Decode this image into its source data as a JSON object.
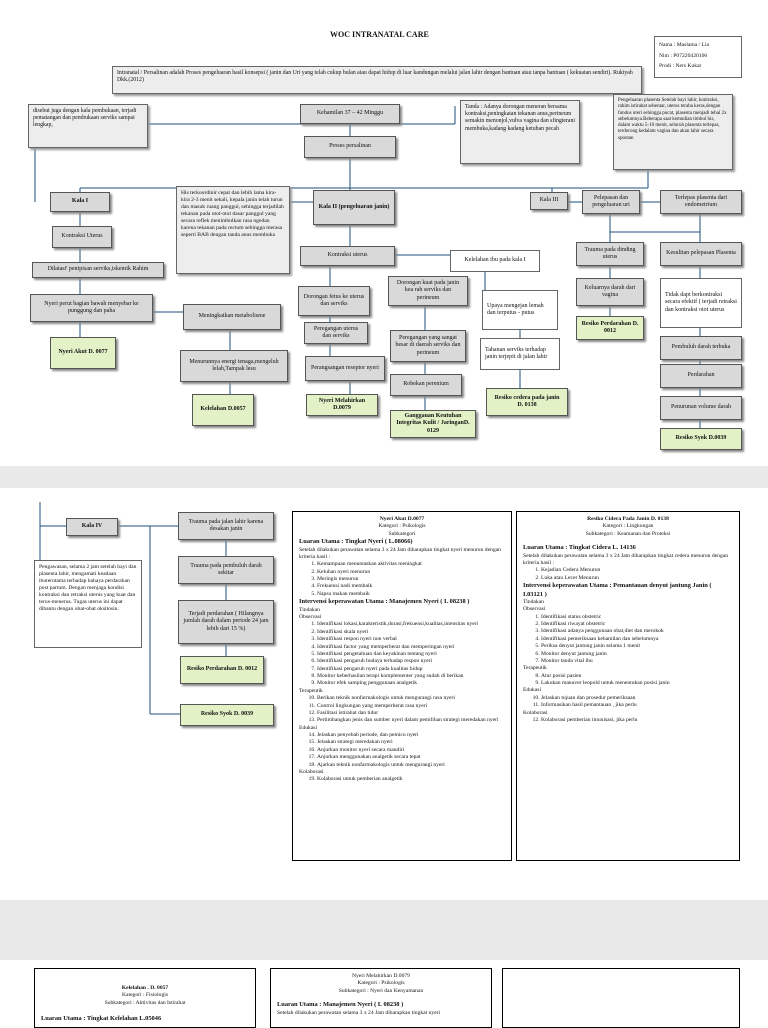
{
  "header": {
    "title": "WOC INTRANATAL CARE",
    "author": [
      "Nama : Maslama / Lia",
      "Nim  : P07220420106",
      "Prodi : Ners Kukar"
    ],
    "definition": "Intranatal / Persalinan adalah Proses pengeluaran hasil konsepsi ( janin dan Uri yang telah cukup bulan atau dapat hidup di luar kandungan melalui jalan lahir dengan bantuan atau tanpa bantuan ( kekuatan sendiri). Rukiyah Dkk.(2012)"
  },
  "flow": {
    "kala1_note": "disebut juga dengan kala pembukaan, terjadi pematangan dan pembukaan serviks sampai lengkap,",
    "kehamilan": "Kehamilan 37 – 42 Minggu",
    "tanda": "Tanda : Adanya dorongan meneran bersama kontraksi,peningkatan tekanan anus,perineum semakin menonjol,vulva vagina dan sfingterani membuka,kadang kadang ketuban pecah",
    "kala3_note": "Pengeluaran plasenta Setelah bayi lahir, kontraksi, rahim istirahat sebentar, uterus teraba keras,dengan fundus uteri sehingga pucat, plasenta menjadi tebal 2x sebelumnya.Beberapa saat kemudian timbul his, dalam waktu 5-10 menit, seluruh plasenta terlepas, terdorong kedalam vagina dan akan lahir secara spontan",
    "proses": "Proses persalinan",
    "kala1": "Kala I",
    "kala2_note": "His terkoordinir cepat dan lebih lama kira-kira 2-3 menit sekali, kepala janin telah turun dan masuk ruang panggul, sehingga terjadilah tekanan pada otot-otot dasar panggul yang secara reflek menimbulkan rasa ngedan karena tekanan pada rectum sehingga merasa seperti BAB dengan tanda anus membuka",
    "kala2": "Kala II (pengeluaran janin)",
    "kala3": "Kala III",
    "pelepasan": "Pelepasan dan pengeluaran uri",
    "terlepas": "Terlepas plasenta dari endometrium",
    "kontraksi_uterus": "Kontraksi Uterus",
    "dilatasi": "Dilatasi' penipisan serviks,iskemik Rahim",
    "kontraksi": "Kontraksi uterus",
    "kelelahan_ibu": "Kelelahan ibu pada kala I",
    "trauma_dinding": "Trauma pada dinding uterus",
    "kesulitan": "Kesulitan pelepasan Plasenta",
    "nyeri_perut": "Nyeri perut bagian bawah menyebar ke punggung dan paha",
    "metabolisme": "Meningkatkan metabolisme",
    "dorongan_fetus": "Dorongan fetus ke uterus dan serviks",
    "dorongan_kuat": "Dorongan kuat pada janin kea rah serviks dan perineum",
    "upaya": "Upaya mengejan lemah dan terputus - putus",
    "keluarnya_darah": "Keluarnya darah dari vagina",
    "tidak_dapat": "Tidak dapt berkontraksi secara efektif ( terjadi retraksi dan kontraksi otot uterus",
    "nyeri_akut": "Nyeri Akut D. 0077",
    "peregangan_uterus": "Peregangan uterus dan serviks",
    "peregangan_sangat": "Peregangan yang sangat besar di daerah serviks dan perineum",
    "resiko_perdarahan": "Resiko Perdarahan D. 0012",
    "pembuluh": "Pembuluh darah terbuka",
    "menurunnya": "Menurunnya energi tenaga,mengeluh lelah,Tampak lesu",
    "perangsangan": "Perangsangan reseptor nyeri",
    "tahanan": "Tahanan serviks terhadap janin terjepit di jalan lahir",
    "perdarahan": "Perdarahan",
    "robekan": "Robekan perenium",
    "kelelahan": "Kelelahan D.0057",
    "nyeri_melahirkan": "Nyeri Melahirkan D.0079",
    "resiko_cedera": "Resiko cedera pada janin D. 0138",
    "penurunan": "Penurunan volume darah",
    "gangguan": "Ganggauan Keutuhan Integritas Kulit / JaringanD. 0129",
    "resiko_syok": "Resiko Syok D.0039"
  },
  "flow2": {
    "kala4": "Kala IV",
    "kala4_note": "Pengawasan, selama 2 jam setelah bayi dan plasenta lahir, mengamati keadaan ibuterutama terhadap bahaya perdarahan post partum. Dengan menjaga kondisi kontraksi dan retraksi uterus yang kuat dan terus-menerus. Tugas uterus ini dapat dibantu dengan obat-obat oksitosin.",
    "trauma_jalan_lahir": "Trauma pada jalan lahir karena desakan janin",
    "trauma_pembuluh": "Trauma pada pembuluh darah sekitar",
    "terjadi_perdarahan": "Terjadi perdarahan ( Hilangnya jumlah darah dalam periode 24 jam lebih dari 15 %)",
    "resiko_perdarahan": "Resiko Perdarahan D. 0012",
    "resiko_syok": "Resiko Syok D. 0039"
  },
  "nyeri_panel": {
    "head": "Nyeri Akut  D.0077",
    "kategori": "Kategori : Psikologis",
    "sub": "Subkategori",
    "luaran": "Luaran Utama : Tingkat Nyeri ( L.08066)",
    "luaran_desc": "Setelah dilakukan perawatan selama 3 x 24 Jam diharapkan tingkat nyeri menurun dengan kriteria hasil :",
    "kriteria": [
      "Kemampuan menuntaskan aktivitas meningkat",
      "Keluhan nyeri menurun",
      "Meringis menurun",
      "Frekuensi nadi membaik",
      "Napsu makan membaik"
    ],
    "intervensi": "Intervensi keperawatan Utama : Manajemen Nyeri ( I. 08238 )",
    "tindakan": "Tindakan",
    "observasi": "Observasi",
    "obs": [
      "Identifikasi lokasi,karakteristik,durasi,frekuensi,kualitas,intensitas nyeri",
      "Identifikasi skala nyeri",
      "Identifikasi respon nyeri non verbal",
      "Identifikasi factor yang memperberat dan memperingan nyeri",
      "Identifikasi pengetahuan dan keyakinan tentang nyeri",
      "Identifikasi pengaruh budaya terhadap respon nyeri",
      "Identifikasi pengaruh nyeri pada kualitas hidup",
      "Monitor keberhasilan terapi komplementer yang sudah di berikan",
      "Monitor efek samping penggunaan analgetik"
    ],
    "terapeutik": "Terapeutik",
    "ter": [
      "Berikan teknik nonfarmakologis untuk mengurangi rasa nyeri",
      "Control lingkungan yang memperberat rasa nyeri",
      "Fasilitasi istirahat dan tidur",
      "Pertimbangkan jenis dan sumber nyeri dalam pemilihan strategi meredakan nyeri"
    ],
    "edukasi": "Edukasi",
    "edu": [
      "Jelaskan penyebab periode, dan pemicu nyeri",
      "Jelaskan strategi meredakan nyeri",
      "Anjurkan monitor nyeri secara mandiri",
      "Anjurkan menggunakan analgetik secara tepat",
      "Ajarkan teknik nonfarmakologis untuk mengurangi nyeri"
    ],
    "kolaborasi": "Kolaborasi",
    "kol": [
      "Kolaborasi untuk pemberian analgetik"
    ]
  },
  "cedera_panel": {
    "head": "Resiko Cidera Pada Janin D. 0138",
    "kategori": "Kategori : Lingkungan",
    "sub": "Subkategori : Keamanan dan Proteksi",
    "luaran": "Luaran Utama : Tingkat Cidera   L. 14136",
    "luaran_desc": "Setelah dilakukan perawatan selama 3 x 24 Jam diharapkan tingkat cedera menurun dengan kriteria hasil :",
    "kriteria": [
      "Kejadian Cedera Menurun",
      "Luka atau Lecet Menurun"
    ],
    "intervensi": "Intervensi keperawatan Utama : Pemantauan denyut jantung Janin  ( I.03121 )",
    "tindakan": "Tindakan",
    "observasi": "Observasi",
    "obs": [
      "Identifikasi status obstetric",
      "Identifikasi riwayat obstetric",
      "Identifikasi adanya penggunaan obat,diet dan merokok",
      "Identifikasi pemeriksaan kehamilan dan sebelumnya",
      "Periksa denyut jantung janin selama 1 menit",
      "Monitor denyut jantung janin",
      "Monitor tanda vital ibu"
    ],
    "terapeutik": "Terapeutik",
    "ter": [
      "Atur posisi pasien",
      "Lakukan manuver leopold untuk menentukan posisi janin"
    ],
    "edukasi": "Edukasi",
    "edu": [
      "Jelaskan tujuan dan prosedur pemeriksaan",
      "Informasikan hasil pemantauan , jika perlu"
    ],
    "kolaborasi": "Kolaborasi",
    "kol": [
      "Kolaborasi pemberian imunisasi, jika perlu"
    ]
  },
  "bottom": {
    "kelelahan_head": "Kelelahan   . D. 0057",
    "kelelahan_kat": "Kategori : Fisiologis",
    "kelelahan_sub": "Subkategori : Aktivitas dan Istirahat",
    "kelelahan_luaran": "Luaran Utama : Tingkat Kelelahan L.05046",
    "melahirkan_head": "Nyeri Melahirkan  D.0079",
    "melahirkan_kat": "Kategori : Psikologis",
    "melahirkan_sub": "Subkategori : Nyeri dan Kenyamanan",
    "melahirkan_luaran": "Luaran Utama : Manajemen Nyeri ( I. 08238 )",
    "melahirkan_desc": "Setelah dilakukan perawatan selama 3 x 24 Jam diharapkan tingkat nyeri"
  }
}
